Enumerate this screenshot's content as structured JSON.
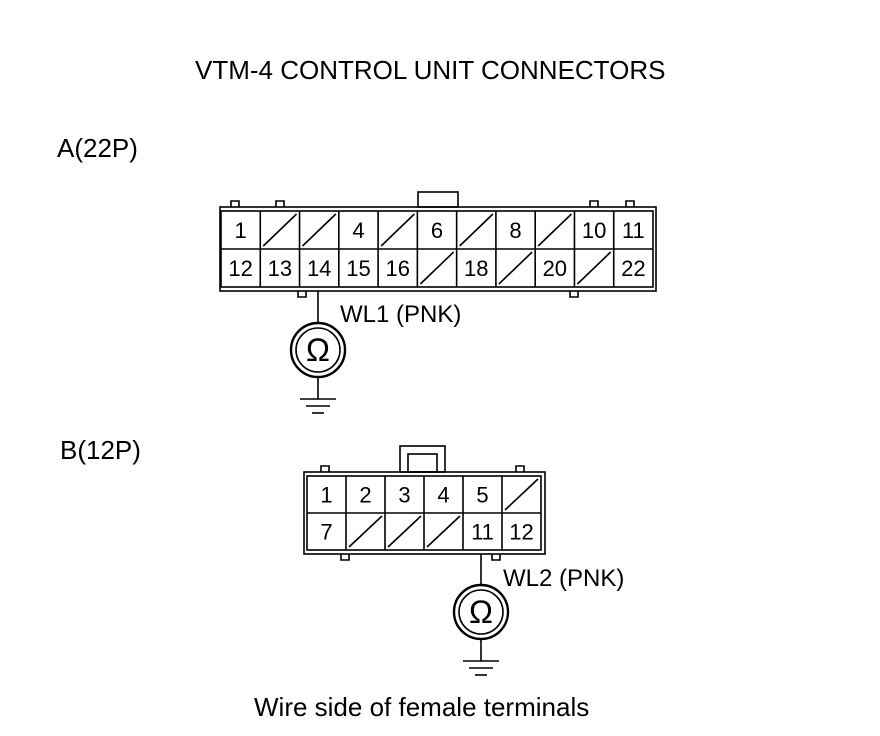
{
  "diagram": {
    "title": "VTM-4 CONTROL UNIT CONNECTORS",
    "caption": "Wire side of female terminals",
    "connector_a": {
      "label": "A(22P)",
      "rows": [
        [
          "1",
          "",
          "",
          "4",
          "",
          "6",
          "",
          "8",
          "",
          "10",
          "11"
        ],
        [
          "12",
          "13",
          "14",
          "15",
          "16",
          "",
          "18",
          "",
          "20",
          "",
          "22"
        ]
      ],
      "probe": {
        "terminal": "14",
        "wire": "WL1 (PNK)",
        "meter_symbol": "Ω"
      }
    },
    "connector_b": {
      "label": "B(12P)",
      "rows": [
        [
          "1",
          "2",
          "3",
          "4",
          "5",
          ""
        ],
        [
          "7",
          "",
          "",
          "",
          "11",
          "12"
        ]
      ],
      "probe": {
        "terminal": "11",
        "wire": "WL2 (PNK)",
        "meter_symbol": "Ω"
      }
    }
  }
}
